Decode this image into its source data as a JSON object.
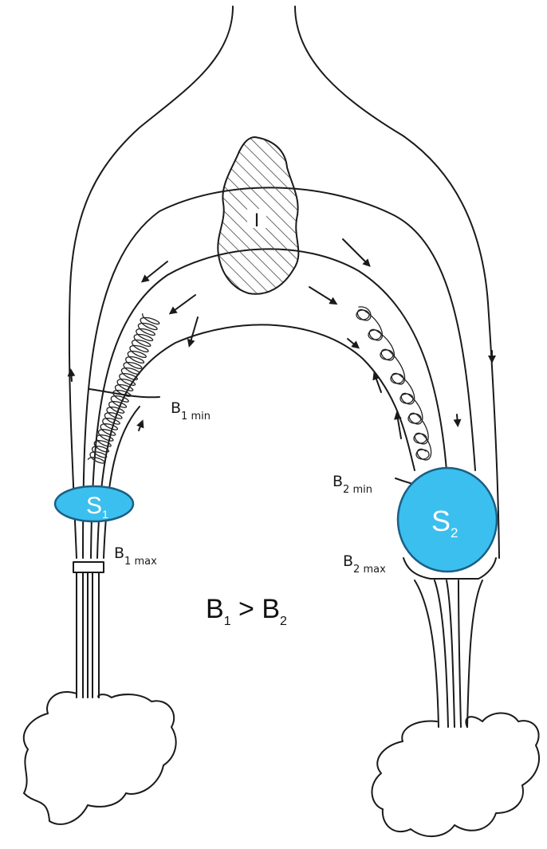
{
  "labels": {
    "intrusion": "I",
    "b1min_main": "B",
    "b1min_sub": "1 min",
    "b1max_main": "B",
    "b1max_sub": "1 max",
    "b2min_main": "B",
    "b2min_sub": "2 min",
    "b2max_main": "B",
    "b2max_sub": "2 max",
    "s1_main": "S",
    "s1_sub": "1",
    "s2_main": "S",
    "s2_sub": "2",
    "relation_b": "B",
    "relation_sub1": "1",
    "relation_gt": " > ",
    "relation_sub2": "2"
  },
  "colors": {
    "ink": "#1a1a1a",
    "source_fill": "#3bbfee",
    "source_stroke": "#1b5f85",
    "hatch": "#444444"
  }
}
